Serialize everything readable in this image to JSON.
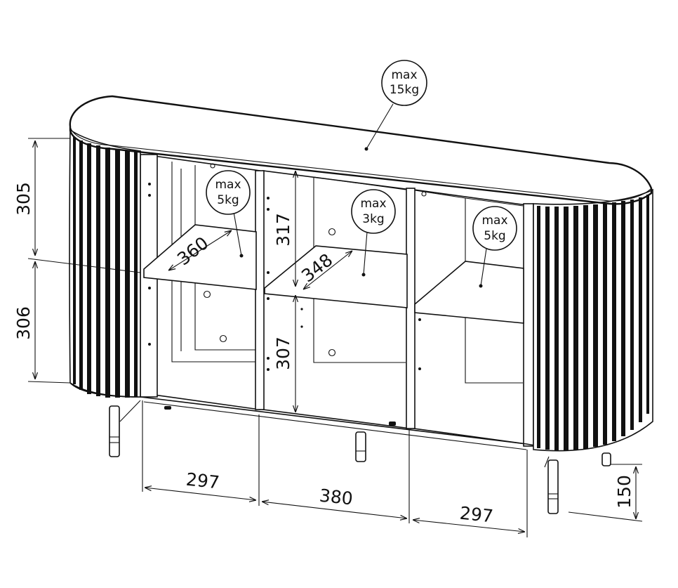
{
  "dimensions": {
    "left_upper_height": "305",
    "left_lower_height": "306",
    "inner_upper_height": "317",
    "inner_lower_height": "307",
    "left_shelf_depth": "360",
    "middle_shelf_depth": "348",
    "left_width": "297",
    "middle_width": "380",
    "right_width": "297",
    "leg_height": "150"
  },
  "load_labels": {
    "top": {
      "line1": "max",
      "line2": "15kg"
    },
    "left_shelf": {
      "line1": "max",
      "line2": "5kg"
    },
    "middle_shelf": {
      "line1": "max",
      "line2": "3kg"
    },
    "right_shelf": {
      "line1": "max",
      "line2": "5kg"
    }
  }
}
